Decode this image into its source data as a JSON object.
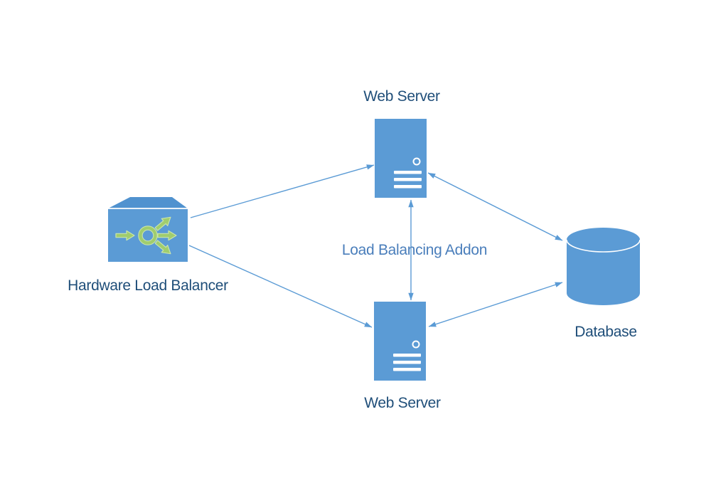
{
  "diagram": {
    "type": "network-architecture",
    "nodes": {
      "load_balancer": {
        "label": "Hardware Load Balancer",
        "shape": "3d-box",
        "icon": "distribute-arrows-icon"
      },
      "web_server_top": {
        "label": "Web Server",
        "shape": "server-tower",
        "icon": "server-face-icon"
      },
      "web_server_bottom": {
        "label": "Web Server",
        "shape": "server-tower",
        "icon": "server-face-icon"
      },
      "database": {
        "label": "Database",
        "shape": "cylinder"
      }
    },
    "annotation": {
      "label": "Load Balancing Addon"
    },
    "edges": [
      {
        "from": "load_balancer",
        "to": "web_server_top",
        "arrows": "end"
      },
      {
        "from": "load_balancer",
        "to": "web_server_bottom",
        "arrows": "end"
      },
      {
        "from": "web_server_top",
        "to": "web_server_bottom",
        "arrows": "both",
        "label": "Load Balancing Addon"
      },
      {
        "from": "web_server_top",
        "to": "database",
        "arrows": "both"
      },
      {
        "from": "web_server_bottom",
        "to": "database",
        "arrows": "both"
      }
    ]
  },
  "colors": {
    "shape_blue": "#5B9BD5",
    "shape_blue_top": "#5092CF",
    "connector_blue": "#5B9BD5",
    "node_label": "#1F4E79",
    "annotation_label": "#4A7EBB",
    "icon_green": "#A0CD6E",
    "icon_green_light": "#C9E5AB",
    "icon_white": "#FFFFFF",
    "background": "#FFFFFF"
  }
}
